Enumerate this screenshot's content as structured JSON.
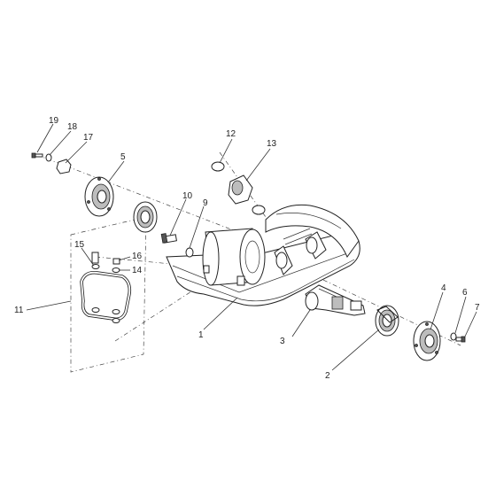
{
  "callouts": [
    {
      "label": "1"
    },
    {
      "label": "2"
    },
    {
      "label": "3"
    },
    {
      "label": "4"
    },
    {
      "label": "5"
    },
    {
      "label": "6"
    },
    {
      "label": "7"
    },
    {
      "label": "9"
    },
    {
      "label": "10"
    },
    {
      "label": "11"
    },
    {
      "label": "12"
    },
    {
      "label": "13"
    },
    {
      "label": "14"
    },
    {
      "label": "15"
    },
    {
      "label": "16"
    },
    {
      "label": "17"
    },
    {
      "label": "18"
    },
    {
      "label": "19"
    }
  ]
}
